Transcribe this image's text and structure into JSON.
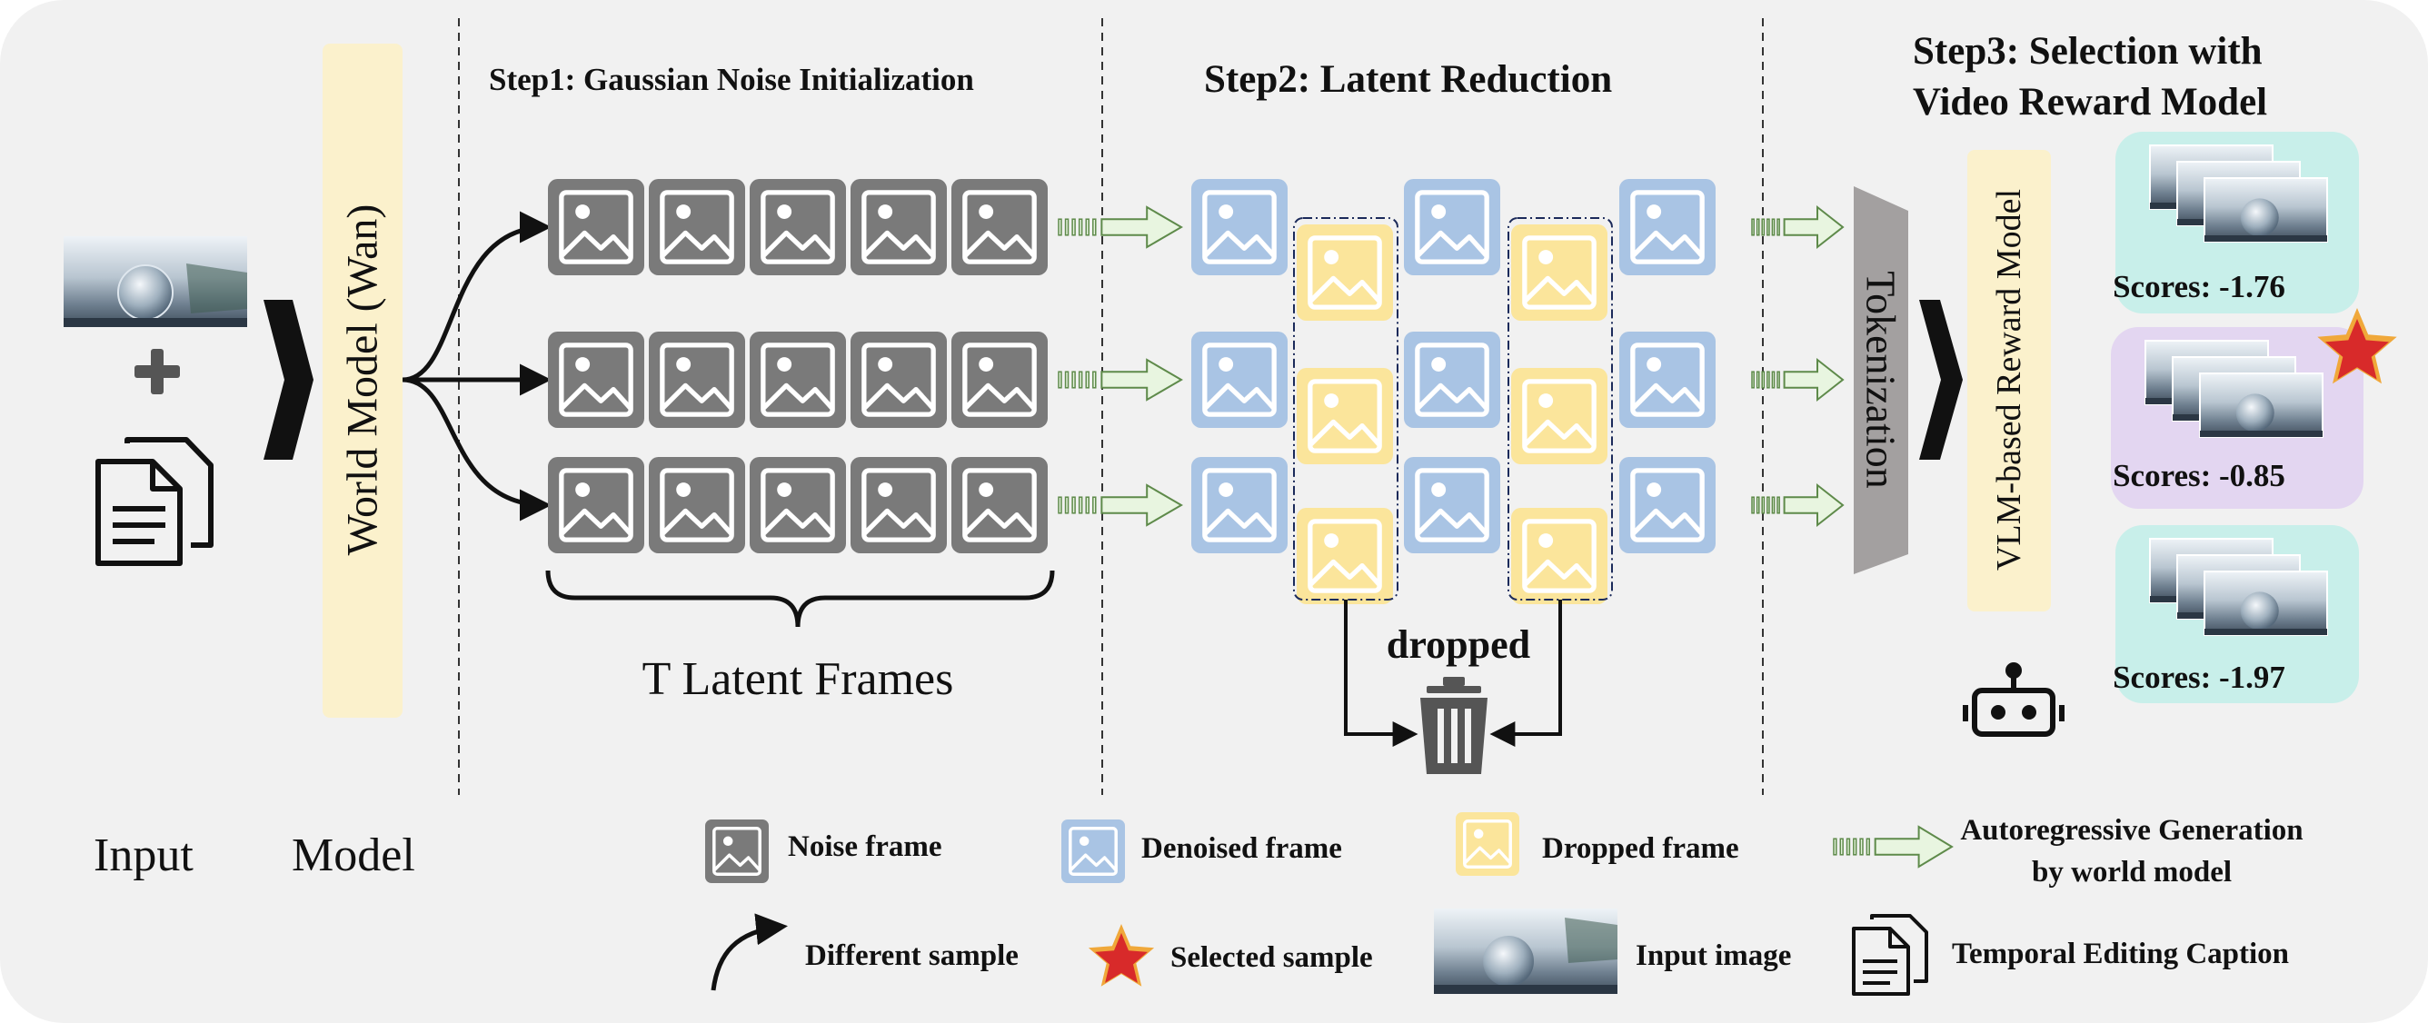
{
  "colors": {
    "background": "#f1f1f1",
    "noise_frame": "#7a7a7a",
    "denoised_frame": "#a9c4e4",
    "dropped_frame": "#fbe59b",
    "model_bar": "#fbf1cc",
    "reward_teal": "#c8efea",
    "reward_purple": "#e3d6f1",
    "tokenization": "#a3a0a0",
    "arrow_fill": "#e8f5e0",
    "arrow_stroke": "#5e8a4a",
    "star": "#d82a2a"
  },
  "headings": {
    "step1": "Step1: Gaussian Noise Initialization",
    "step2": "Step2: Latent Reduction",
    "step3_line1": "Step3: Selection with",
    "step3_line2": "Video Reward Model"
  },
  "model": {
    "label": "World Model (Wan)"
  },
  "labels": {
    "latent_frames": "T Latent Frames",
    "dropped": "dropped",
    "tokenization": "Tokenization",
    "reward_model": "VLM-based Reward Model",
    "input_column": "Input",
    "model_column": "Model"
  },
  "samples": [
    {
      "score": "Scores: -1.76",
      "selected": false,
      "color": "#c8efea"
    },
    {
      "score": "Scores: -0.85",
      "selected": true,
      "color": "#e3d6f1"
    },
    {
      "score": "Scores: -1.97",
      "selected": false,
      "color": "#c8efea"
    }
  ],
  "legend": {
    "noise_frame": "Noise frame",
    "denoised_frame": "Denoised frame",
    "dropped_frame": "Dropped frame",
    "autoregressive_line1": "Autoregressive Generation",
    "autoregressive_line2": "by world model",
    "different_sample": "Different sample",
    "selected_sample": "Selected sample",
    "input_image": "Input image",
    "caption": "Temporal Editing Caption"
  },
  "icons": [
    "image-frame-icon",
    "plus-icon",
    "document-stack-icon",
    "trash-icon",
    "robot-icon",
    "star-icon",
    "curved-arrow-icon",
    "autoregressive-arrow-icon",
    "chevron-right-icon"
  ]
}
